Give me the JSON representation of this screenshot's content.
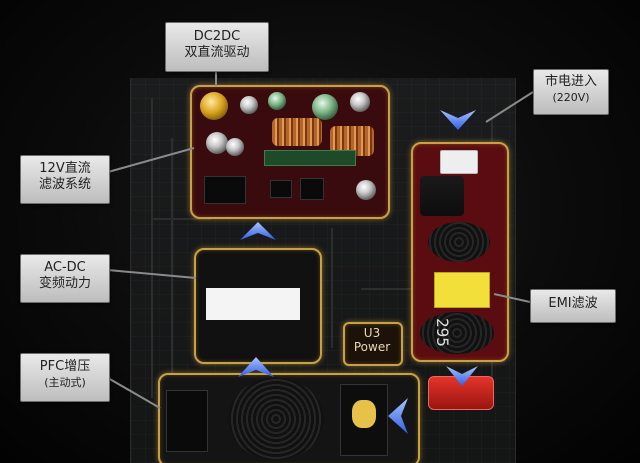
{
  "diagram": {
    "callouts": {
      "dcdc": {
        "line1": "DC2DC",
        "line2": "双直流驱动"
      },
      "mains": {
        "line1": "市电进入",
        "line2": "(220V)"
      },
      "filter12v": {
        "line1": "12V直流",
        "line2": "滤波系统"
      },
      "acdc": {
        "line1": "AC-DC",
        "line2": "变频动力"
      },
      "emi": {
        "line1": "EMI滤波"
      },
      "pfc": {
        "line1": "PFC增压",
        "line2": "(主动式)"
      }
    },
    "board_labels": {
      "u3_line1": "U3",
      "u3_line2": "Power",
      "emi_marking": "295"
    },
    "colors": {
      "frame": "#c8a046",
      "arrow": "#4d7dff",
      "callout_bg": "#d9d9d9"
    }
  }
}
